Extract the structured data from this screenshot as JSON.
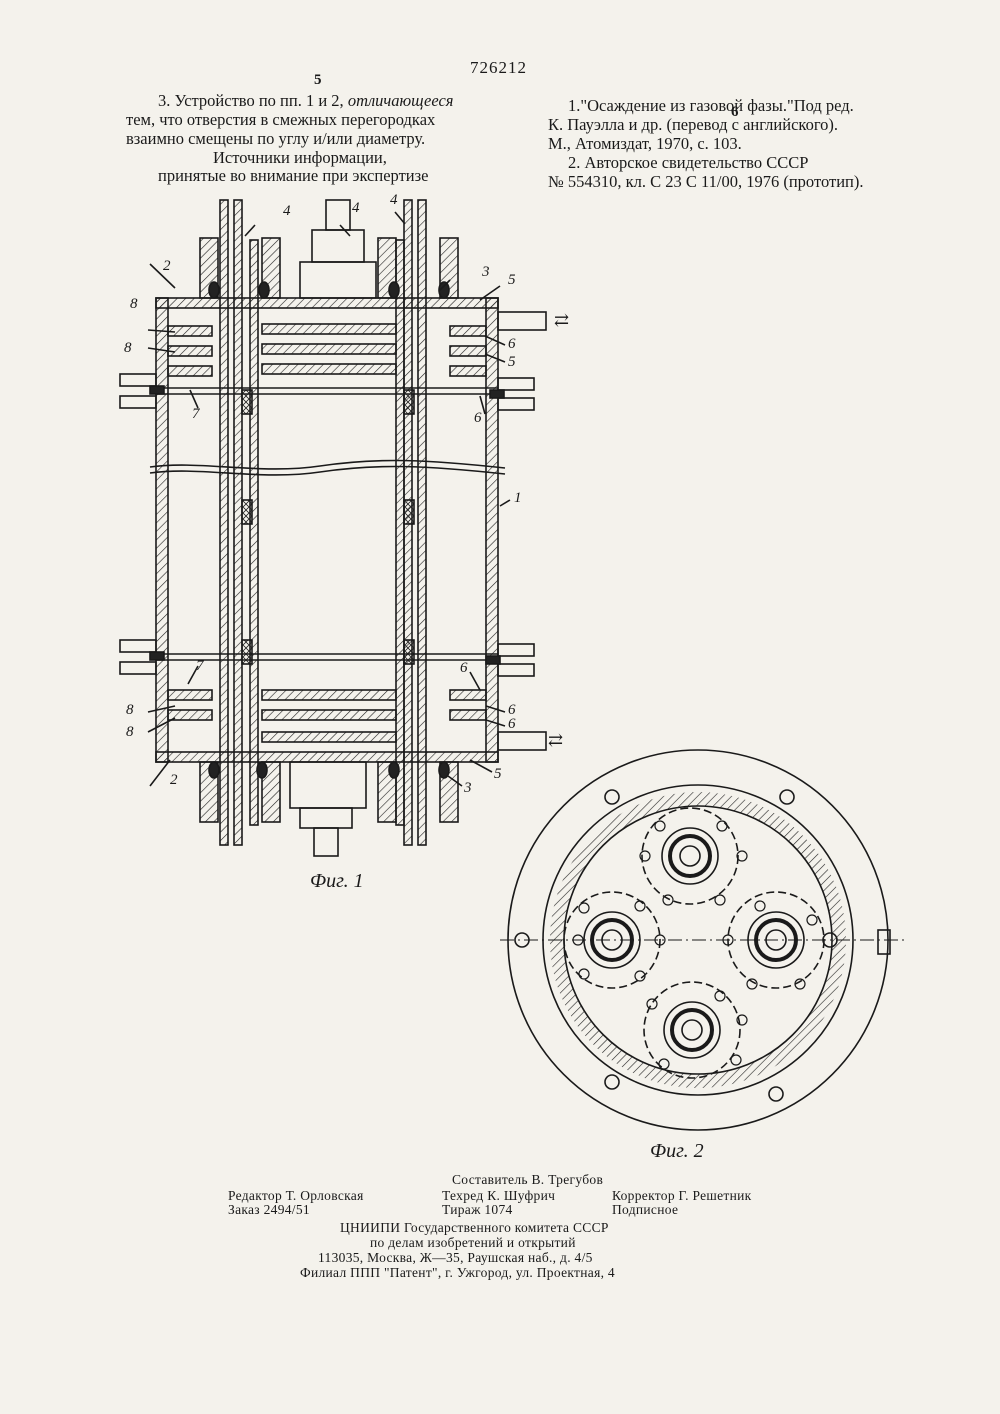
{
  "header": {
    "patent_number": "726212",
    "left_column_number": "5",
    "right_column_number": "6"
  },
  "left_column": {
    "claim_line1_pre": "3. Устройство по пп. 1 и 2, ",
    "claim_line1_italic": "отличающееся",
    "claim_line2": "тем, что отверстия в смежных перегородках",
    "claim_line3": "взаимно смещены по углу и/или диаметру.",
    "sources_title1": "Источники информации,",
    "sources_title2": "принятые во внимание при экспертизе"
  },
  "right_column": {
    "ref1_line1": "1.\"Осаждение из газовой фазы.\"Под ред.",
    "ref1_line2": "К. Пауэлла и др. (перевод с английского).",
    "ref1_line3": "М., Атомиздат, 1970, с. 103.",
    "ref2_line1": "2. Авторское свидетельство СССР",
    "ref2_line2": "№ 554310, кл. С 23 С 11/00, 1976 (прототип)."
  },
  "figures": {
    "fig1_caption": "Фиг. 1",
    "fig2_caption": "Фиг. 2",
    "labels": {
      "n1": "1",
      "n2": "2",
      "n3": "3",
      "n4": "4",
      "n5": "5",
      "n6": "6",
      "n7": "7",
      "n8": "8"
    },
    "flow_arrow": "⇄"
  },
  "footer": {
    "compiler": "Составитель В. Трегубов",
    "editor": "Редактор Т. Орловская",
    "techred": "Техред К. Шуфрич",
    "corrector": "Корректор Г. Решетник",
    "order": "Заказ 2494/51",
    "circulation": "Тираж 1074",
    "subscription": "Подписное",
    "org1": "ЦНИИПИ Государственного комитета СССР",
    "org2": "по делам изобретений и открытий",
    "address": "113035, Москва, Ж—35, Раушская наб., д. 4/5",
    "branch": "Филиал ППП \"Патент\", г. Ужгород, ул. Проектная, 4"
  }
}
